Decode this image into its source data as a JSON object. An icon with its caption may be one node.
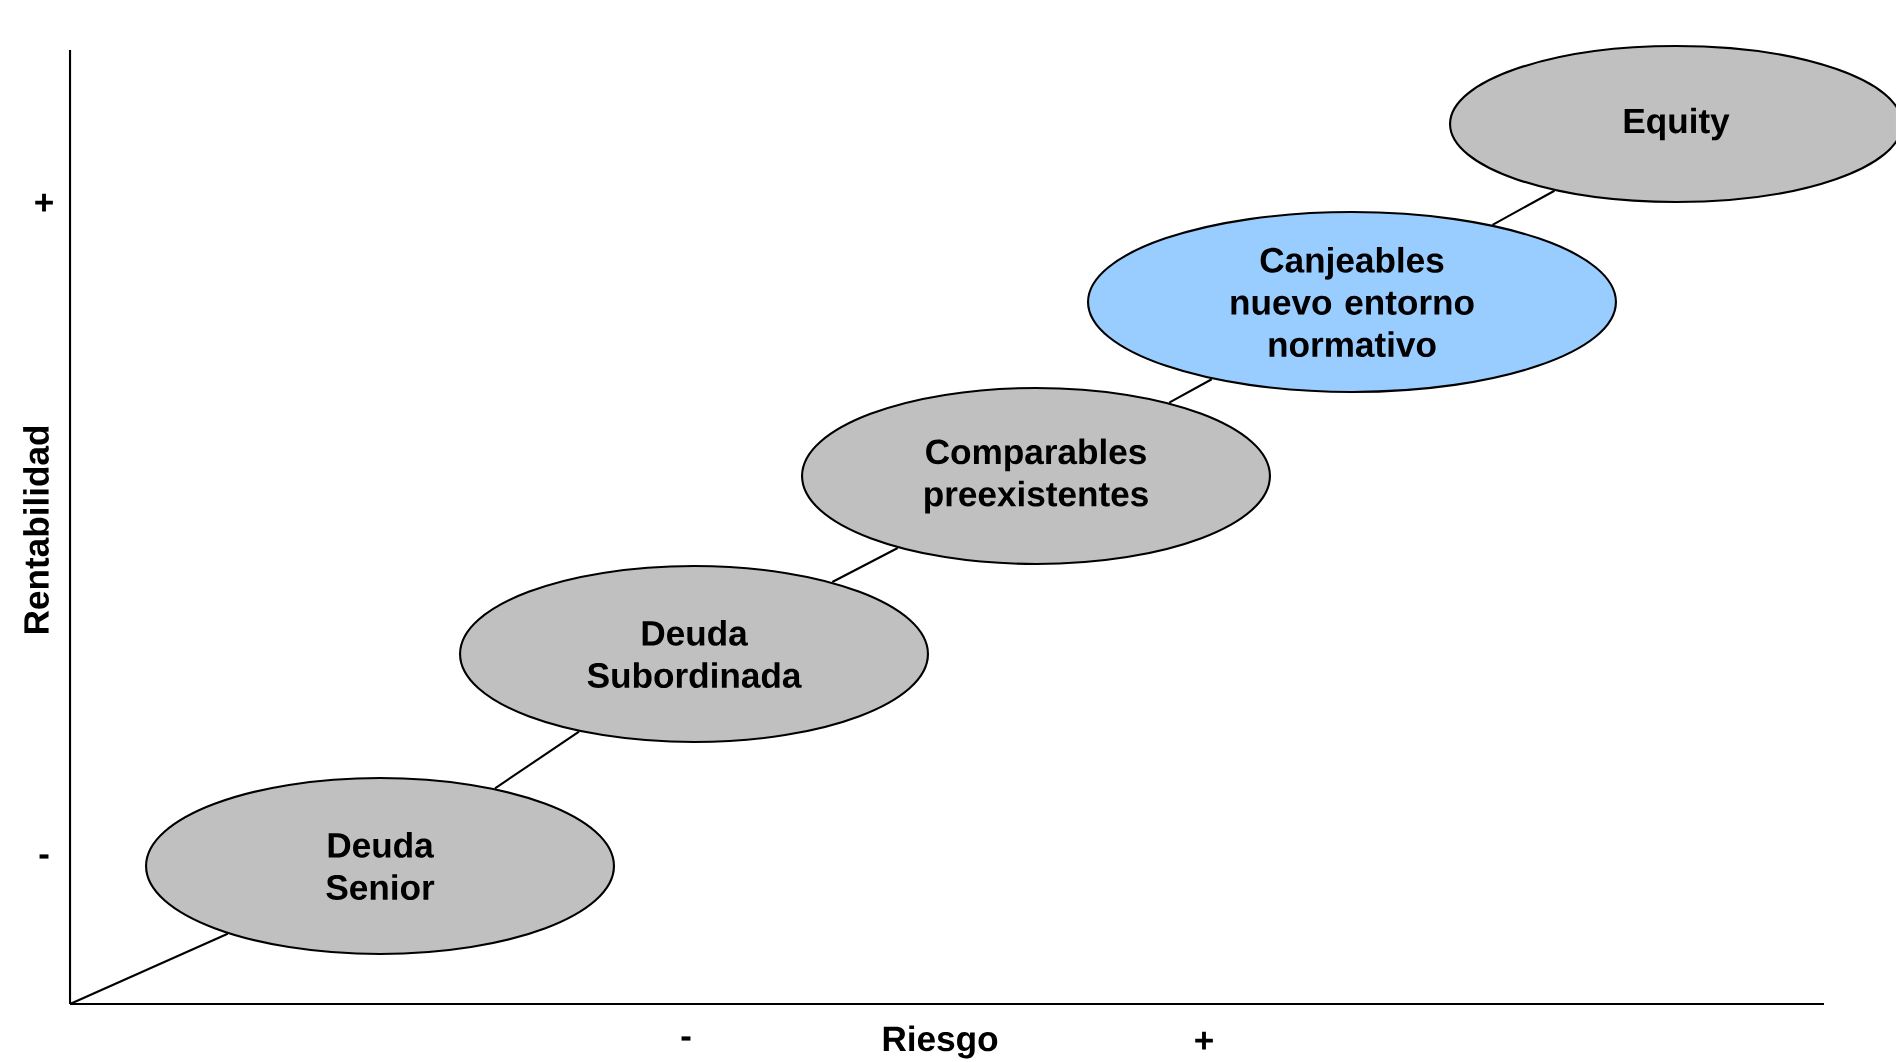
{
  "diagram": {
    "nodes": [
      {
        "text": [
          "Deuda Senior"
        ]
      },
      {
        "text": [
          "Deuda Subordinada"
        ]
      },
      {
        "text": [
          "Comparables preexistentes"
        ]
      },
      {
        "text": [
          "Canjeables nuevo entorno normativo"
        ]
      },
      {
        "text": [
          "Equity"
        ]
      }
    ],
    "edges": [
      {
        "from": null,
        "to": 0,
        "arrow": "none"
      },
      {
        "from": 0,
        "to": 1,
        "arrow": "none"
      },
      {
        "from": 1,
        "to": 2,
        "arrow": "none"
      },
      {
        "from": 2,
        "to": 3,
        "arrow": "none"
      },
      {
        "from": 3,
        "to": 4,
        "arrow": "none"
      }
    ],
    "labels": [
      "+",
      "Rentabilidad",
      "-",
      "-",
      "Riesgo",
      "+"
    ]
  }
}
